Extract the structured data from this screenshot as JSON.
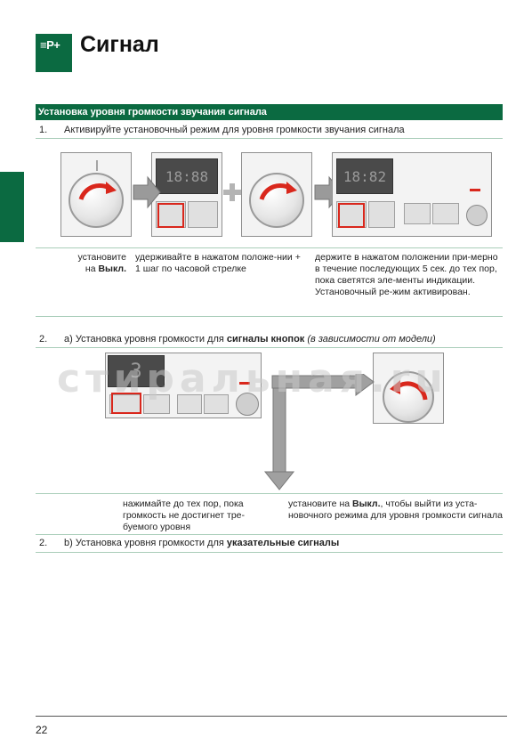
{
  "header": {
    "logo_text": "≡P+",
    "title": "Сигнал"
  },
  "section": {
    "title": "Установка уровня громкости звучания сигнала"
  },
  "step1": {
    "num": "1.",
    "text": "Активируйте установочный режим для уровня громкости звучания сигнала",
    "display1": "18:88",
    "display2": "18:82",
    "caption1_a": "установите",
    "caption1_b_prefix": "на ",
    "caption1_b_bold": "Выкл.",
    "caption2": "удерживайте в нажатом положе-нии + 1 шаг по часовой стрелке",
    "caption3": "держите в нажатом положении при-мерно в течение последующих 5 сек. до тех пор, пока светятся эле-менты индикации. Установочный ре-жим активирован."
  },
  "step2a": {
    "num": "2.",
    "prefix": "a) Установка уровня громкости для ",
    "bold": "сигналы кнопок",
    "suffix": " (в зависимости от модели)",
    "display": "3",
    "caption1": "нажимайте до тех пор, пока громкость не достигнет тре-буемого уровня",
    "caption2_prefix": "установите на ",
    "caption2_bold": "Выкл.",
    "caption2_suffix": ", чтобы выйти из уста-новочного режима для уровня громкости сигнала"
  },
  "step2b": {
    "num": "2.",
    "prefix": "b) Установка уровня громкости для ",
    "bold": "указательные сигналы"
  },
  "watermark": "стиральная.ru",
  "footer": {
    "page": "22"
  },
  "colors": {
    "brand_green": "#0b6a41",
    "rule_green": "#a9cdb9",
    "accent_red": "#d9271c"
  }
}
